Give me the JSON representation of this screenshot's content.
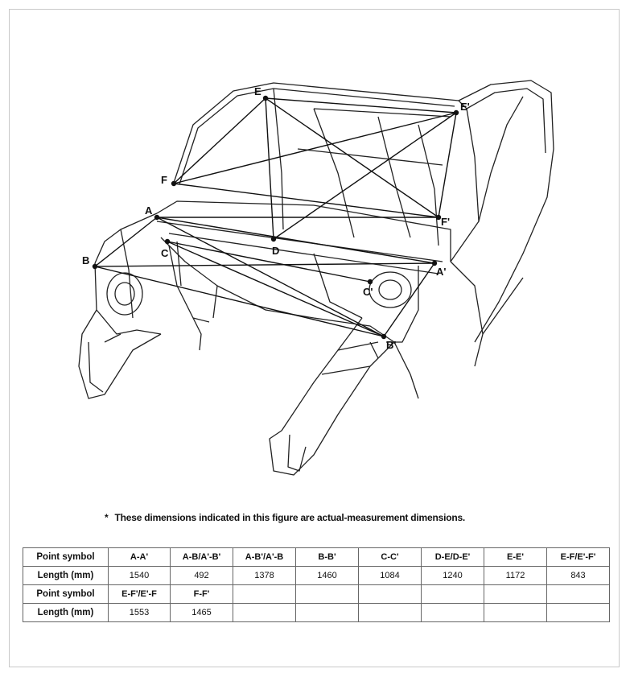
{
  "diagram": {
    "points": {
      "A": "A",
      "A_prime": "A'",
      "B": "B",
      "B_prime": "B'",
      "C": "C",
      "C_prime": "C'",
      "D": "D",
      "E": "E",
      "E_prime": "E'",
      "F": "F",
      "F_prime": "F'"
    }
  },
  "note": {
    "marker": "*",
    "text": "These dimensions indicated in this figure are actual-measurement dimensions."
  },
  "table": {
    "row1": {
      "header": "Point symbol",
      "cells": [
        "A-A'",
        "A-B/A'-B'",
        "A-B'/A'-B",
        "B-B'",
        "C-C'",
        "D-E/D-E'",
        "E-E'",
        "E-F/E'-F'"
      ]
    },
    "row2": {
      "header": "Length (mm)",
      "cells": [
        "1540",
        "492",
        "1378",
        "1460",
        "1084",
        "1240",
        "1172",
        "843"
      ]
    },
    "row3": {
      "header": "Point symbol",
      "cells": [
        "E-F'/E'-F",
        "F-F'",
        "",
        "",
        "",
        "",
        "",
        ""
      ]
    },
    "row4": {
      "header": "Length (mm)",
      "cells": [
        "1553",
        "1465",
        "",
        "",
        "",
        "",
        "",
        ""
      ]
    }
  }
}
